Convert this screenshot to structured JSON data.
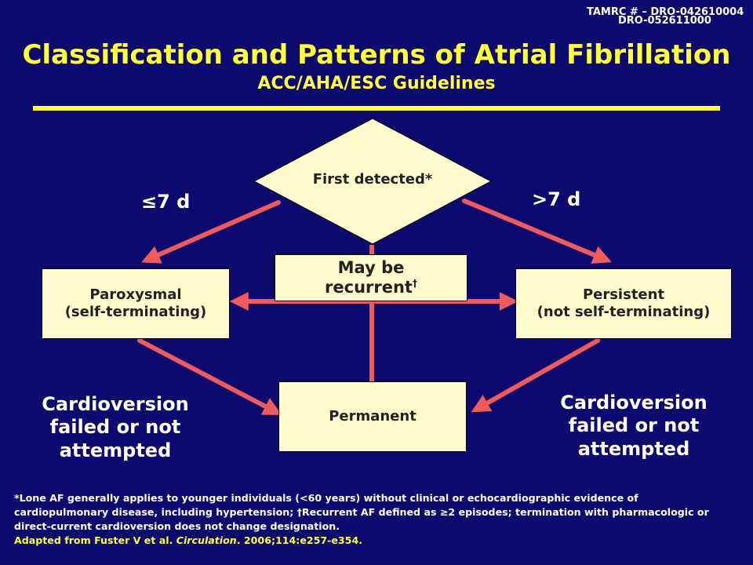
{
  "doc_ids": {
    "line1": "TAMRC # – DRO-042610004",
    "line2": "DRO-052611000"
  },
  "title": "Classification and Patterns of Atrial Fibrillation",
  "subtitle": "ACC/AHA/ESC Guidelines",
  "diagram": {
    "first_detected": "First detected*",
    "left_duration": "≤7 d",
    "right_duration": ">7 d",
    "recurrent": "May be recurrent",
    "recurrent_dagger": "†",
    "paroxysmal_line1": "Paroxysmal",
    "paroxysmal_line2": "(self-terminating)",
    "persistent_line1": "Persistent",
    "persistent_line2": "(not self-terminating)",
    "permanent": "Permanent",
    "cardioversion_left": "Cardioversion failed or not attempted",
    "cardioversion_right": "Cardioversion failed or not attempted"
  },
  "footnote": {
    "text": "*Lone AF generally applies to younger individuals (<60 years) without clinical or echocardiographic evidence of cardiopulmonary disease, including hypertension; †Recurrent AF defined as ≥2 episodes; termination with pharmacologic or direct-current cardioversion does not change designation.",
    "source_prefix": "Adapted from Fuster V et al. ",
    "source_journal": "Circulation",
    "source_suffix": ". 2006;114:e257-e354."
  },
  "colors": {
    "background": "#0c0a6e",
    "title": "#ffff33",
    "box_fill": "#fefccc",
    "arrow": "#f05a5a",
    "text_light": "#ffffff"
  }
}
